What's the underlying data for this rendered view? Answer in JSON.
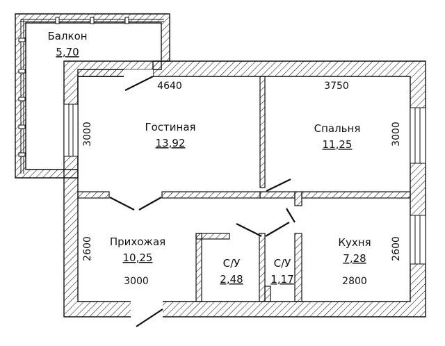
{
  "rooms": {
    "balcony": {
      "name": "Балкон",
      "area": "5,70"
    },
    "living": {
      "name": "Гостиная",
      "area": "13,92"
    },
    "bedroom": {
      "name": "Спальня",
      "area": "11,25"
    },
    "hall": {
      "name": "Прихожая",
      "area": "10,25"
    },
    "wc1": {
      "name": "С/У",
      "area": "2,48"
    },
    "wc2": {
      "name": "С/У",
      "area": "1,17"
    },
    "kitchen": {
      "name": "Кухня",
      "area": "7,28"
    }
  },
  "dimensions": {
    "living_width": "4640",
    "bedroom_width": "3750",
    "living_height": "3000",
    "bedroom_height": "3000",
    "hall_height": "2600",
    "hall_width": "3000",
    "kitchen_height": "2600",
    "kitchen_width": "2800"
  },
  "colors": {
    "line": "#111111",
    "background": "#ffffff"
  }
}
